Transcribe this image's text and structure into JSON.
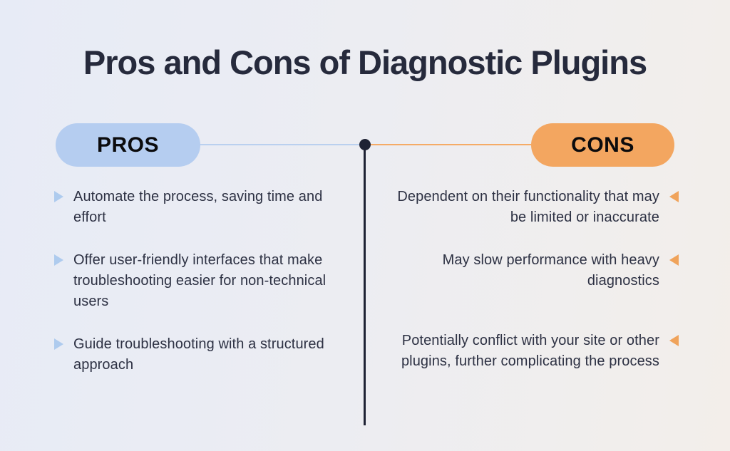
{
  "title": "Pros and Cons of Diagnostic Plugins",
  "pros": {
    "label": "PROS",
    "bullet_icon": "triangle-right-icon",
    "items": [
      {
        "text": "Automate the process, saving time and effort"
      },
      {
        "text": "Offer user-friendly interfaces that make troubleshooting easier for non-technical users"
      },
      {
        "text": "Guide troubleshooting with a structured approach"
      }
    ]
  },
  "cons": {
    "label": "CONS",
    "bullet_icon": "triangle-left-icon",
    "items": [
      {
        "text": "Dependent on their functionality that may be limited or inaccurate"
      },
      {
        "text": "May slow performance with heavy diagnostics"
      },
      {
        "text": "Potentially conflict with your site or other plugins, further complicating the process"
      }
    ]
  },
  "colors": {
    "pros_pill": "#b5cdf0",
    "cons_pill": "#f3a660",
    "pros_connector": "#bad0ef",
    "cons_connector": "#f5ab66",
    "divider": "#1e2234",
    "title_text": "#262a3c",
    "body_text": "#2d3143",
    "background_left": "#e7ebf6",
    "background_right": "#f3eeea"
  }
}
